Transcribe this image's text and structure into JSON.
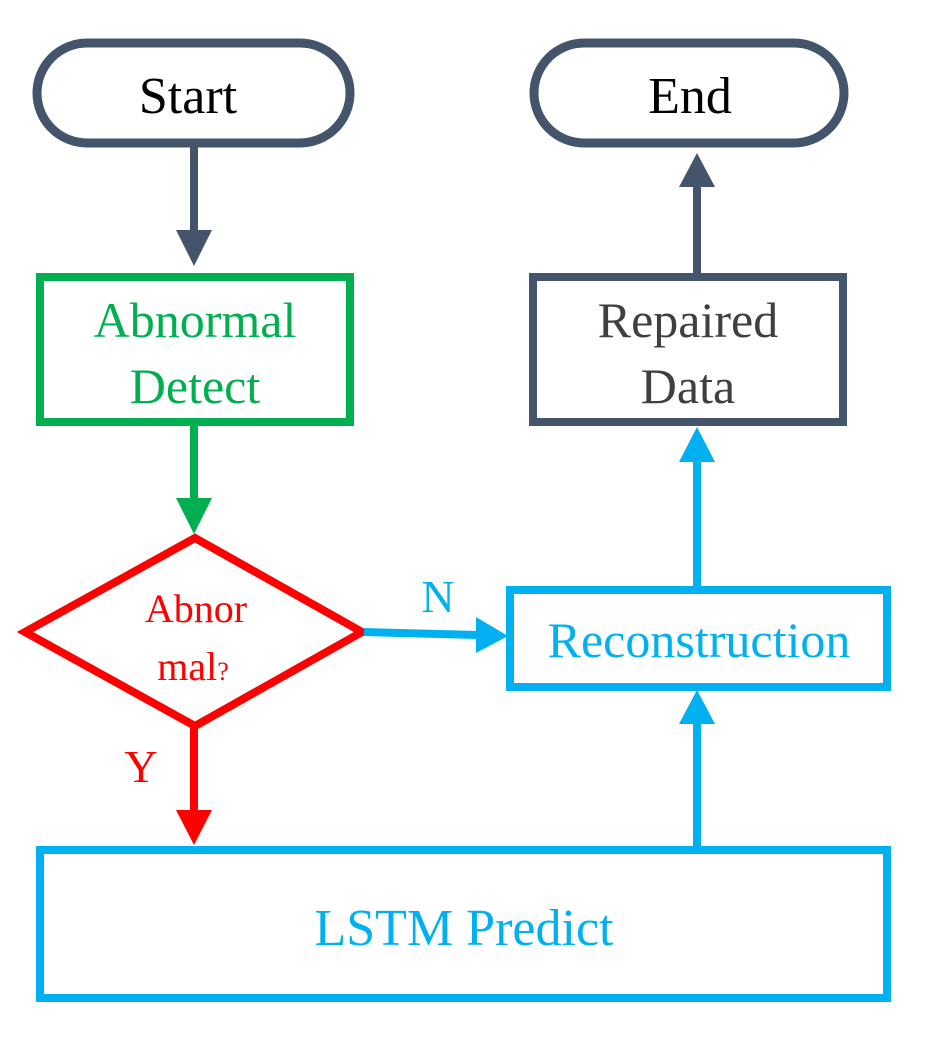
{
  "colors": {
    "dark": "#44546A",
    "green": "#00B050",
    "red": "#FF0000",
    "cyan": "#00B0F0",
    "background": "#FFFFFF"
  },
  "nodes": {
    "start": {
      "label": "Start"
    },
    "end": {
      "label": "End"
    },
    "abnormal_detect": {
      "line1": "Abnormal",
      "line2": "Detect"
    },
    "decision": {
      "line1": "Abnor",
      "line2": "mal",
      "mark": "?"
    },
    "repaired_data": {
      "line1": "Repaired",
      "line2": "Data"
    },
    "reconstruction": {
      "label": "Reconstruction"
    },
    "lstm_predict": {
      "label": "LSTM Predict"
    }
  },
  "edges": {
    "no_label": "N",
    "yes_label": "Y"
  }
}
